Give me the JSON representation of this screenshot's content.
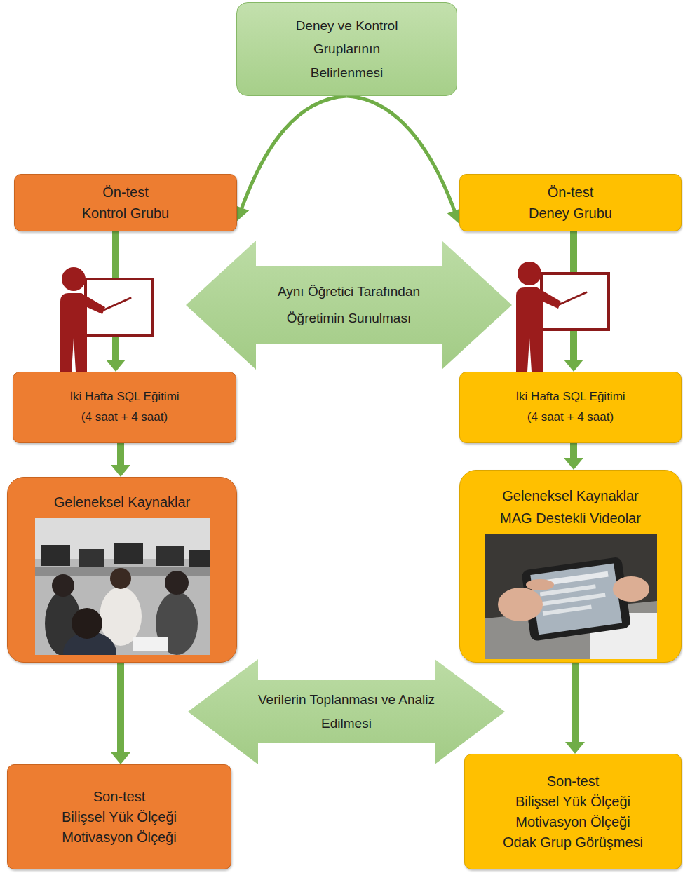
{
  "diagram": {
    "nodes": [
      {
        "text": [
          "Deney ve Kontrol Gruplarının Belirlenmesi"
        ]
      },
      {
        "text": [
          "Ön-test",
          "Kontrol Grubu"
        ]
      },
      {
        "text": [
          "Ön-test",
          "Deney Grubu"
        ]
      },
      {
        "text": [
          "Aynı Öğretici Tarafından Öğretimin Sunulması"
        ]
      },
      {
        "text": [
          "İki Hafta SQL Eğitimi",
          "(4 saat + 4 saat)"
        ]
      },
      {
        "text": [
          "İki Hafta SQL Eğitimi",
          "(4 saat + 4 saat)"
        ]
      },
      {
        "text": [
          "Geleneksel Kaynaklar"
        ]
      },
      {
        "text": [
          "Geleneksel Kaynaklar",
          "MAG Destekli Videolar"
        ]
      },
      {
        "text": [
          "Verilerin Toplanması ve Analiz Edilmesi"
        ]
      },
      {
        "text": [
          "Son-test",
          "Bilişsel Yük Ölçeği",
          "Motivasyon Ölçeği"
        ]
      },
      {
        "text": [
          "Son-test",
          "Bilişsel Yük Ölçeği",
          "Motivasyon Ölçeği",
          "Odak Grup Görüşmesi"
        ]
      }
    ],
    "edges": [
      {
        "from": 0,
        "to": 1,
        "arrow": "to"
      },
      {
        "from": 0,
        "to": 2,
        "arrow": "to"
      },
      {
        "from": 1,
        "to": 4,
        "arrow": "to"
      },
      {
        "from": 2,
        "to": 5,
        "arrow": "to"
      },
      {
        "from": 4,
        "to": 6,
        "arrow": "to"
      },
      {
        "from": 5,
        "to": 7,
        "arrow": "to"
      },
      {
        "from": 6,
        "to": 9,
        "arrow": "to"
      },
      {
        "from": 7,
        "to": 10,
        "arrow": "to"
      }
    ]
  }
}
